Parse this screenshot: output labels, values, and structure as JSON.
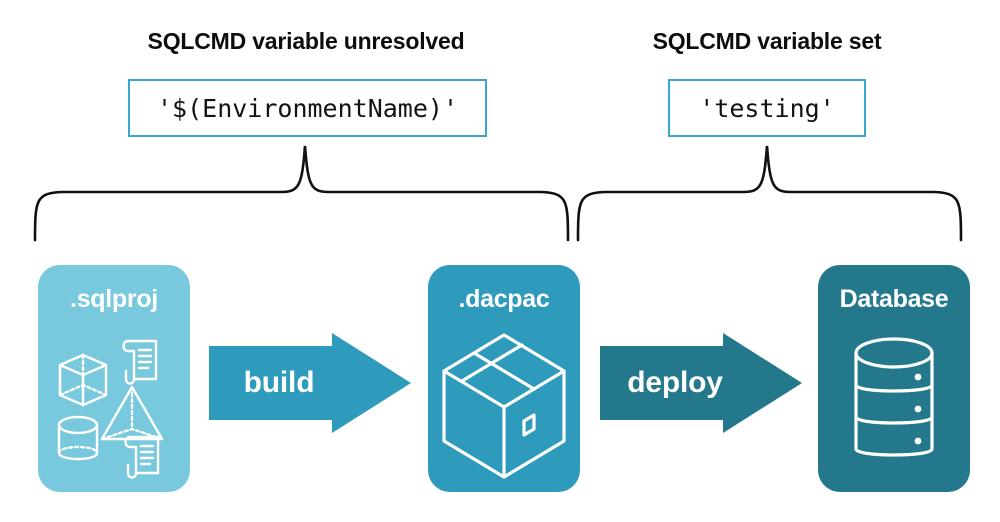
{
  "diagram": {
    "title_left": "SQLCMD variable unresolved",
    "title_right": "SQLCMD variable set",
    "code_left": "'$(EnvironmentName)'",
    "code_right": "'testing'",
    "colors": {
      "sqlproj_box": "#79c9de",
      "dacpac_box": "#2e9bbc",
      "database_box": "#23788c",
      "build_arrow": "#2e9bbc",
      "deploy_arrow": "#23788c",
      "code_border": "#3ba6c9",
      "brace_stroke": "#111111",
      "icon_stroke": "#ffffff",
      "heading_text": "#0d0d0d",
      "page_background": "#ffffff"
    },
    "stages": [
      {
        "id": "sqlproj",
        "label": ".sqlproj",
        "icon": "sql-objects-icon"
      },
      {
        "id": "dacpac",
        "label": ".dacpac",
        "icon": "package-box-icon"
      },
      {
        "id": "database",
        "label": "Database",
        "icon": "database-cylinder-icon"
      }
    ],
    "arrows": [
      {
        "id": "build",
        "label": "build"
      },
      {
        "id": "deploy",
        "label": "deploy"
      }
    ],
    "braces": [
      {
        "id": "left-brace",
        "spans": "sqlproj-to-dacpac",
        "label_ref": "title_left"
      },
      {
        "id": "right-brace",
        "spans": "dacpac-to-database",
        "label_ref": "title_right"
      }
    ]
  }
}
